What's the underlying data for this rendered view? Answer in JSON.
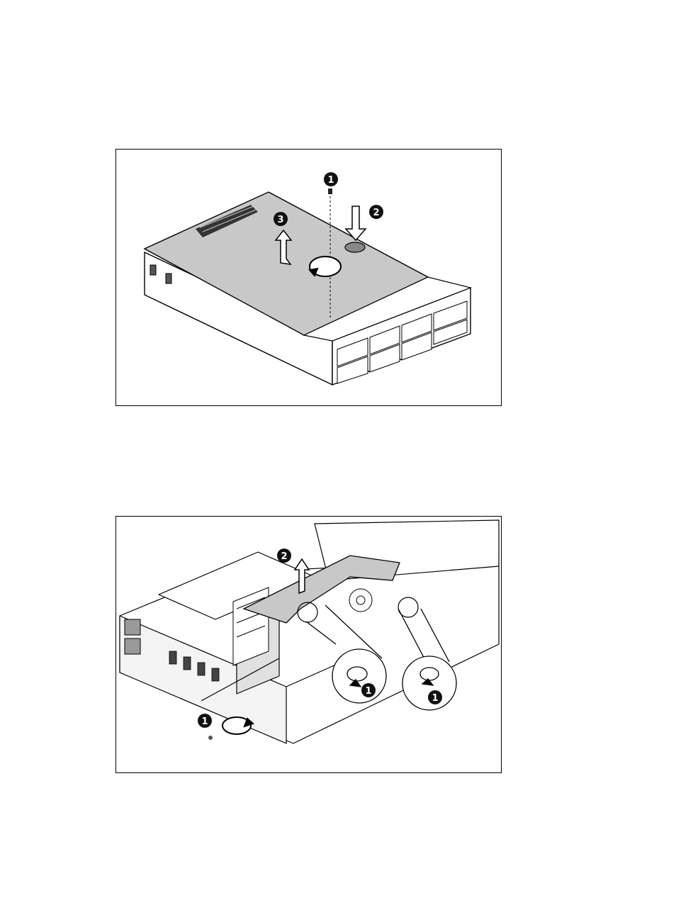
{
  "figures": [
    {
      "id": "top-cover-removal",
      "callouts": [
        "1",
        "2",
        "3"
      ]
    },
    {
      "id": "air-baffle-removal",
      "callouts": [
        "1",
        "1",
        "1",
        "2"
      ]
    }
  ],
  "colors": {
    "line": "#000000",
    "panel_fill": "#c8c8c8",
    "background": "#ffffff"
  }
}
